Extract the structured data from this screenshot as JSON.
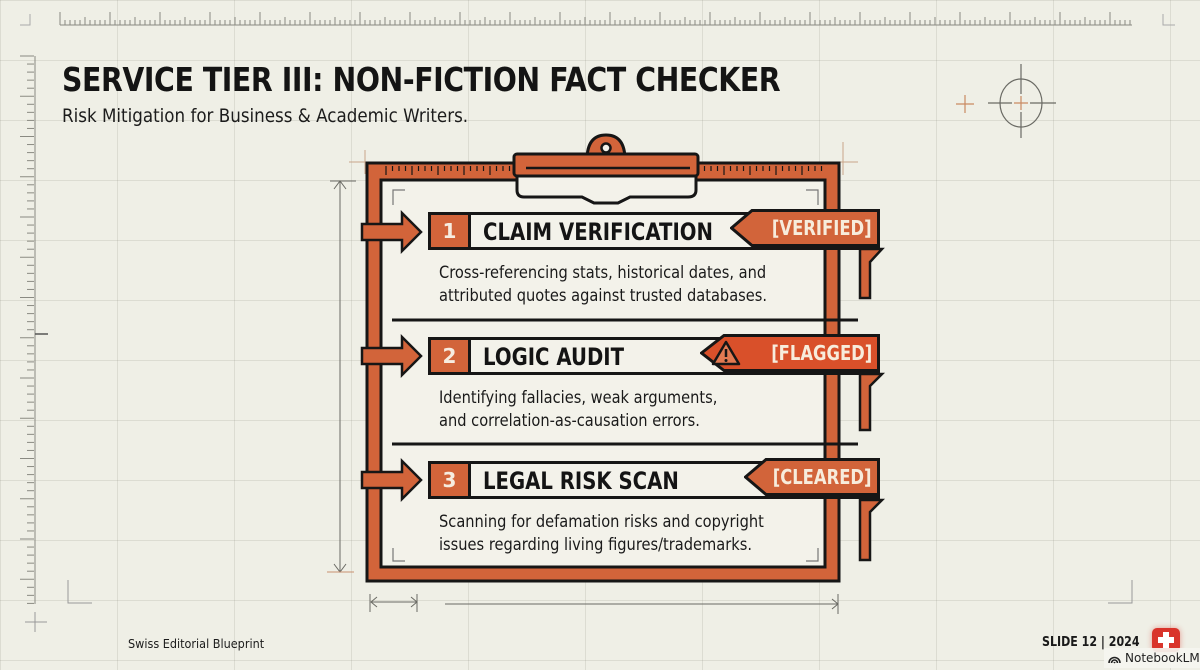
{
  "slide": {
    "title": "SERVICE TIER III: NON-FICTION FACT CHECKER",
    "subtitle": "Risk Mitigation for Business & Academic Writers.",
    "footer_left": "Swiss Editorial Blueprint",
    "footer_right": "SLIDE 12 | 2024",
    "watermark": "NotebookLM"
  },
  "colors": {
    "accent": "#d2643a",
    "flagged": "#d9502a",
    "outline": "#161616",
    "background": "#efefe6"
  },
  "steps": [
    {
      "number": "1",
      "title": "CLAIM VERIFICATION",
      "status": "[VERIFIED]",
      "status_icon": "",
      "description_line1": "Cross-referencing stats, historical dates, and",
      "description_line2": "attributed quotes against trusted databases."
    },
    {
      "number": "2",
      "title": "LOGIC AUDIT",
      "status": "[FLAGGED]",
      "status_icon": "warning-icon",
      "description_line1": "Identifying fallacies, weak arguments,",
      "description_line2": "and correlation-as-causation errors."
    },
    {
      "number": "3",
      "title": "LEGAL RISK SCAN",
      "status": "[CLEARED]",
      "status_icon": "",
      "description_line1": "Scanning for defamation risks and copyright",
      "description_line2": "issues regarding living figures/trademarks."
    }
  ]
}
